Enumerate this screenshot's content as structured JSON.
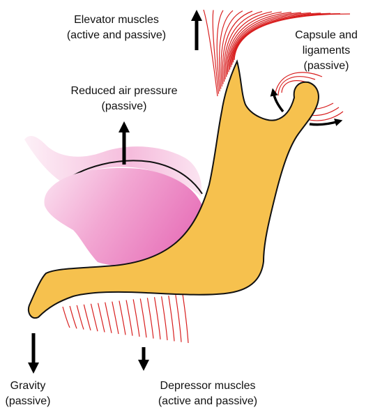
{
  "colors": {
    "bone_fill": "#f6c14e",
    "bone_stroke": "#111111",
    "tongue_fill": "#f0a0cf",
    "muscle_red": "#d81e1e",
    "arrow": "#000000"
  },
  "labels": {
    "elevator": {
      "line1": "Elevator muscles",
      "line2": "(active and passive)"
    },
    "capsule": {
      "line1": "Capsule and",
      "line2": "ligaments",
      "line3": "(passive)"
    },
    "air": {
      "line1": "Reduced air pressure",
      "line2": "(passive)"
    },
    "gravity": {
      "line1": "Gravity",
      "line2": "(passive)"
    },
    "depressor": {
      "line1": "Depressor muscles",
      "line2": "(active and passive)"
    }
  }
}
